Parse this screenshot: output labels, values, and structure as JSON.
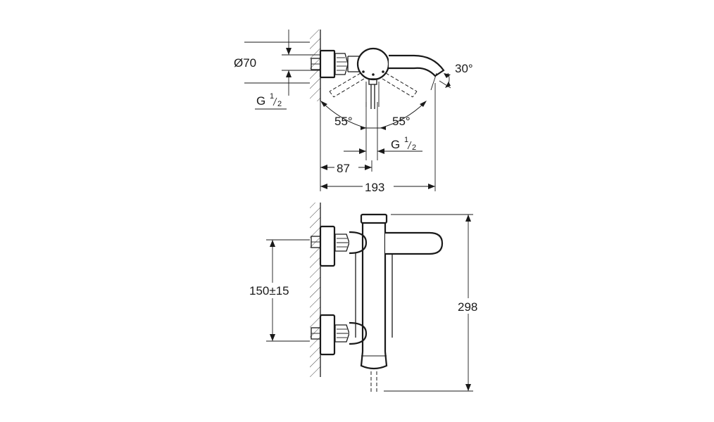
{
  "top_view": {
    "dia_label": "Ø70",
    "thread_left": {
      "main": "G",
      "num": "1",
      "den": "2"
    },
    "thread_center": {
      "main": "G",
      "num": "1",
      "den": "2"
    },
    "angle_left": "55°",
    "angle_right": "55°",
    "spout_angle": "30°",
    "dim_87": "87",
    "dim_193": "193"
  },
  "front_view": {
    "center_distance": "150±15",
    "height": "298"
  },
  "colors": {
    "line": "#1a1a1a",
    "background": "#ffffff"
  }
}
